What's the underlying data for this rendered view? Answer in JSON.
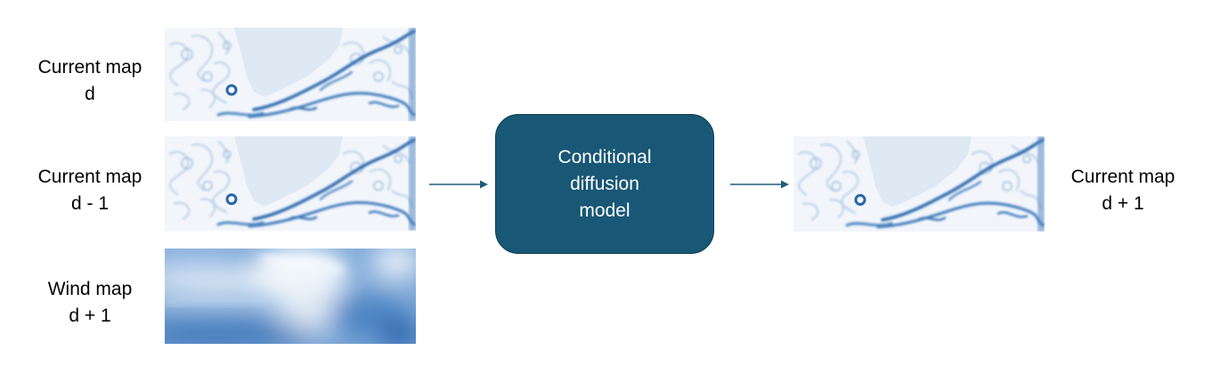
{
  "colors": {
    "model_fill": "#185775",
    "arrow": "#1e5c7b",
    "land": "#e0eaf5",
    "current_dark": "#1f5ea6",
    "wind_dark": "#2f6bb2"
  },
  "inputs": [
    {
      "line1": "Current map",
      "line2": "d",
      "map_kind": "current"
    },
    {
      "line1": "Current map",
      "line2": "d - 1",
      "map_kind": "current"
    },
    {
      "line1": "Wind map",
      "line2": "d + 1",
      "map_kind": "wind"
    }
  ],
  "model": {
    "line1": "Conditional",
    "line2": "diffusion",
    "line3": "model"
  },
  "output": {
    "line1": "Current map",
    "line2": "d + 1",
    "map_kind": "current"
  }
}
